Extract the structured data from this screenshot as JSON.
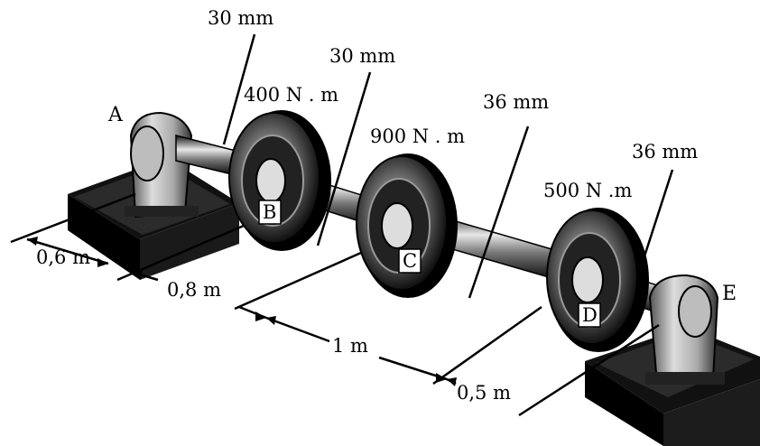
{
  "diameters": {
    "AB": "30 mm",
    "BC": "30 mm",
    "CD": "36 mm",
    "DE": "36 mm"
  },
  "torques": {
    "B": "400 N . m",
    "C": "900 N . m",
    "D": "500 N .m"
  },
  "points": {
    "A": "A",
    "B": "B",
    "C": "C",
    "D": "D",
    "E": "E"
  },
  "lengths": {
    "AB": "0,6 m",
    "BC": "0,8 m",
    "CD": "1 m",
    "DE": "0,5 m"
  }
}
